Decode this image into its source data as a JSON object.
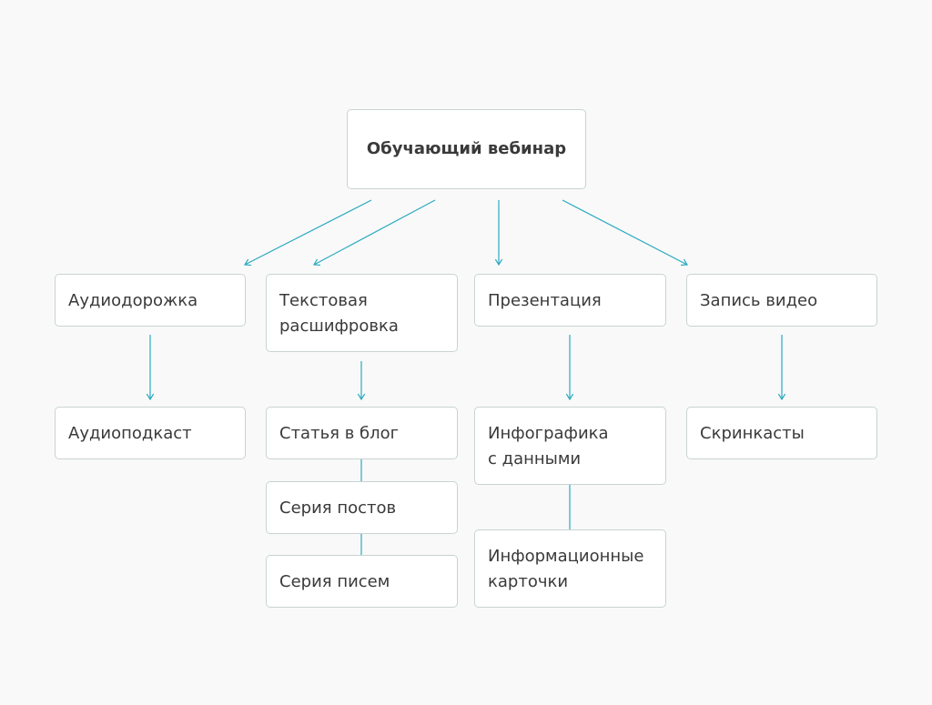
{
  "diagram": {
    "root": "Обучающий вебинар",
    "columns": [
      {
        "branch": "Аудиодорожка",
        "children": [
          "Аудиоподкаст"
        ]
      },
      {
        "branch": "Текстовая\nрасшифровка",
        "children": [
          "Статья в блог",
          "Серия постов",
          "Серия писем"
        ]
      },
      {
        "branch": "Презентация",
        "children": [
          "Инфографика\nс данными",
          "Информационные\nкарточки"
        ]
      },
      {
        "branch": "Запись видео",
        "children": [
          "Скринкасты"
        ]
      }
    ],
    "colors": {
      "background": "#f9f9f9",
      "box": "#ffffff",
      "border": "#c9d3d3",
      "connector": "#2aa9c1",
      "text": "#3a3a3a"
    }
  }
}
